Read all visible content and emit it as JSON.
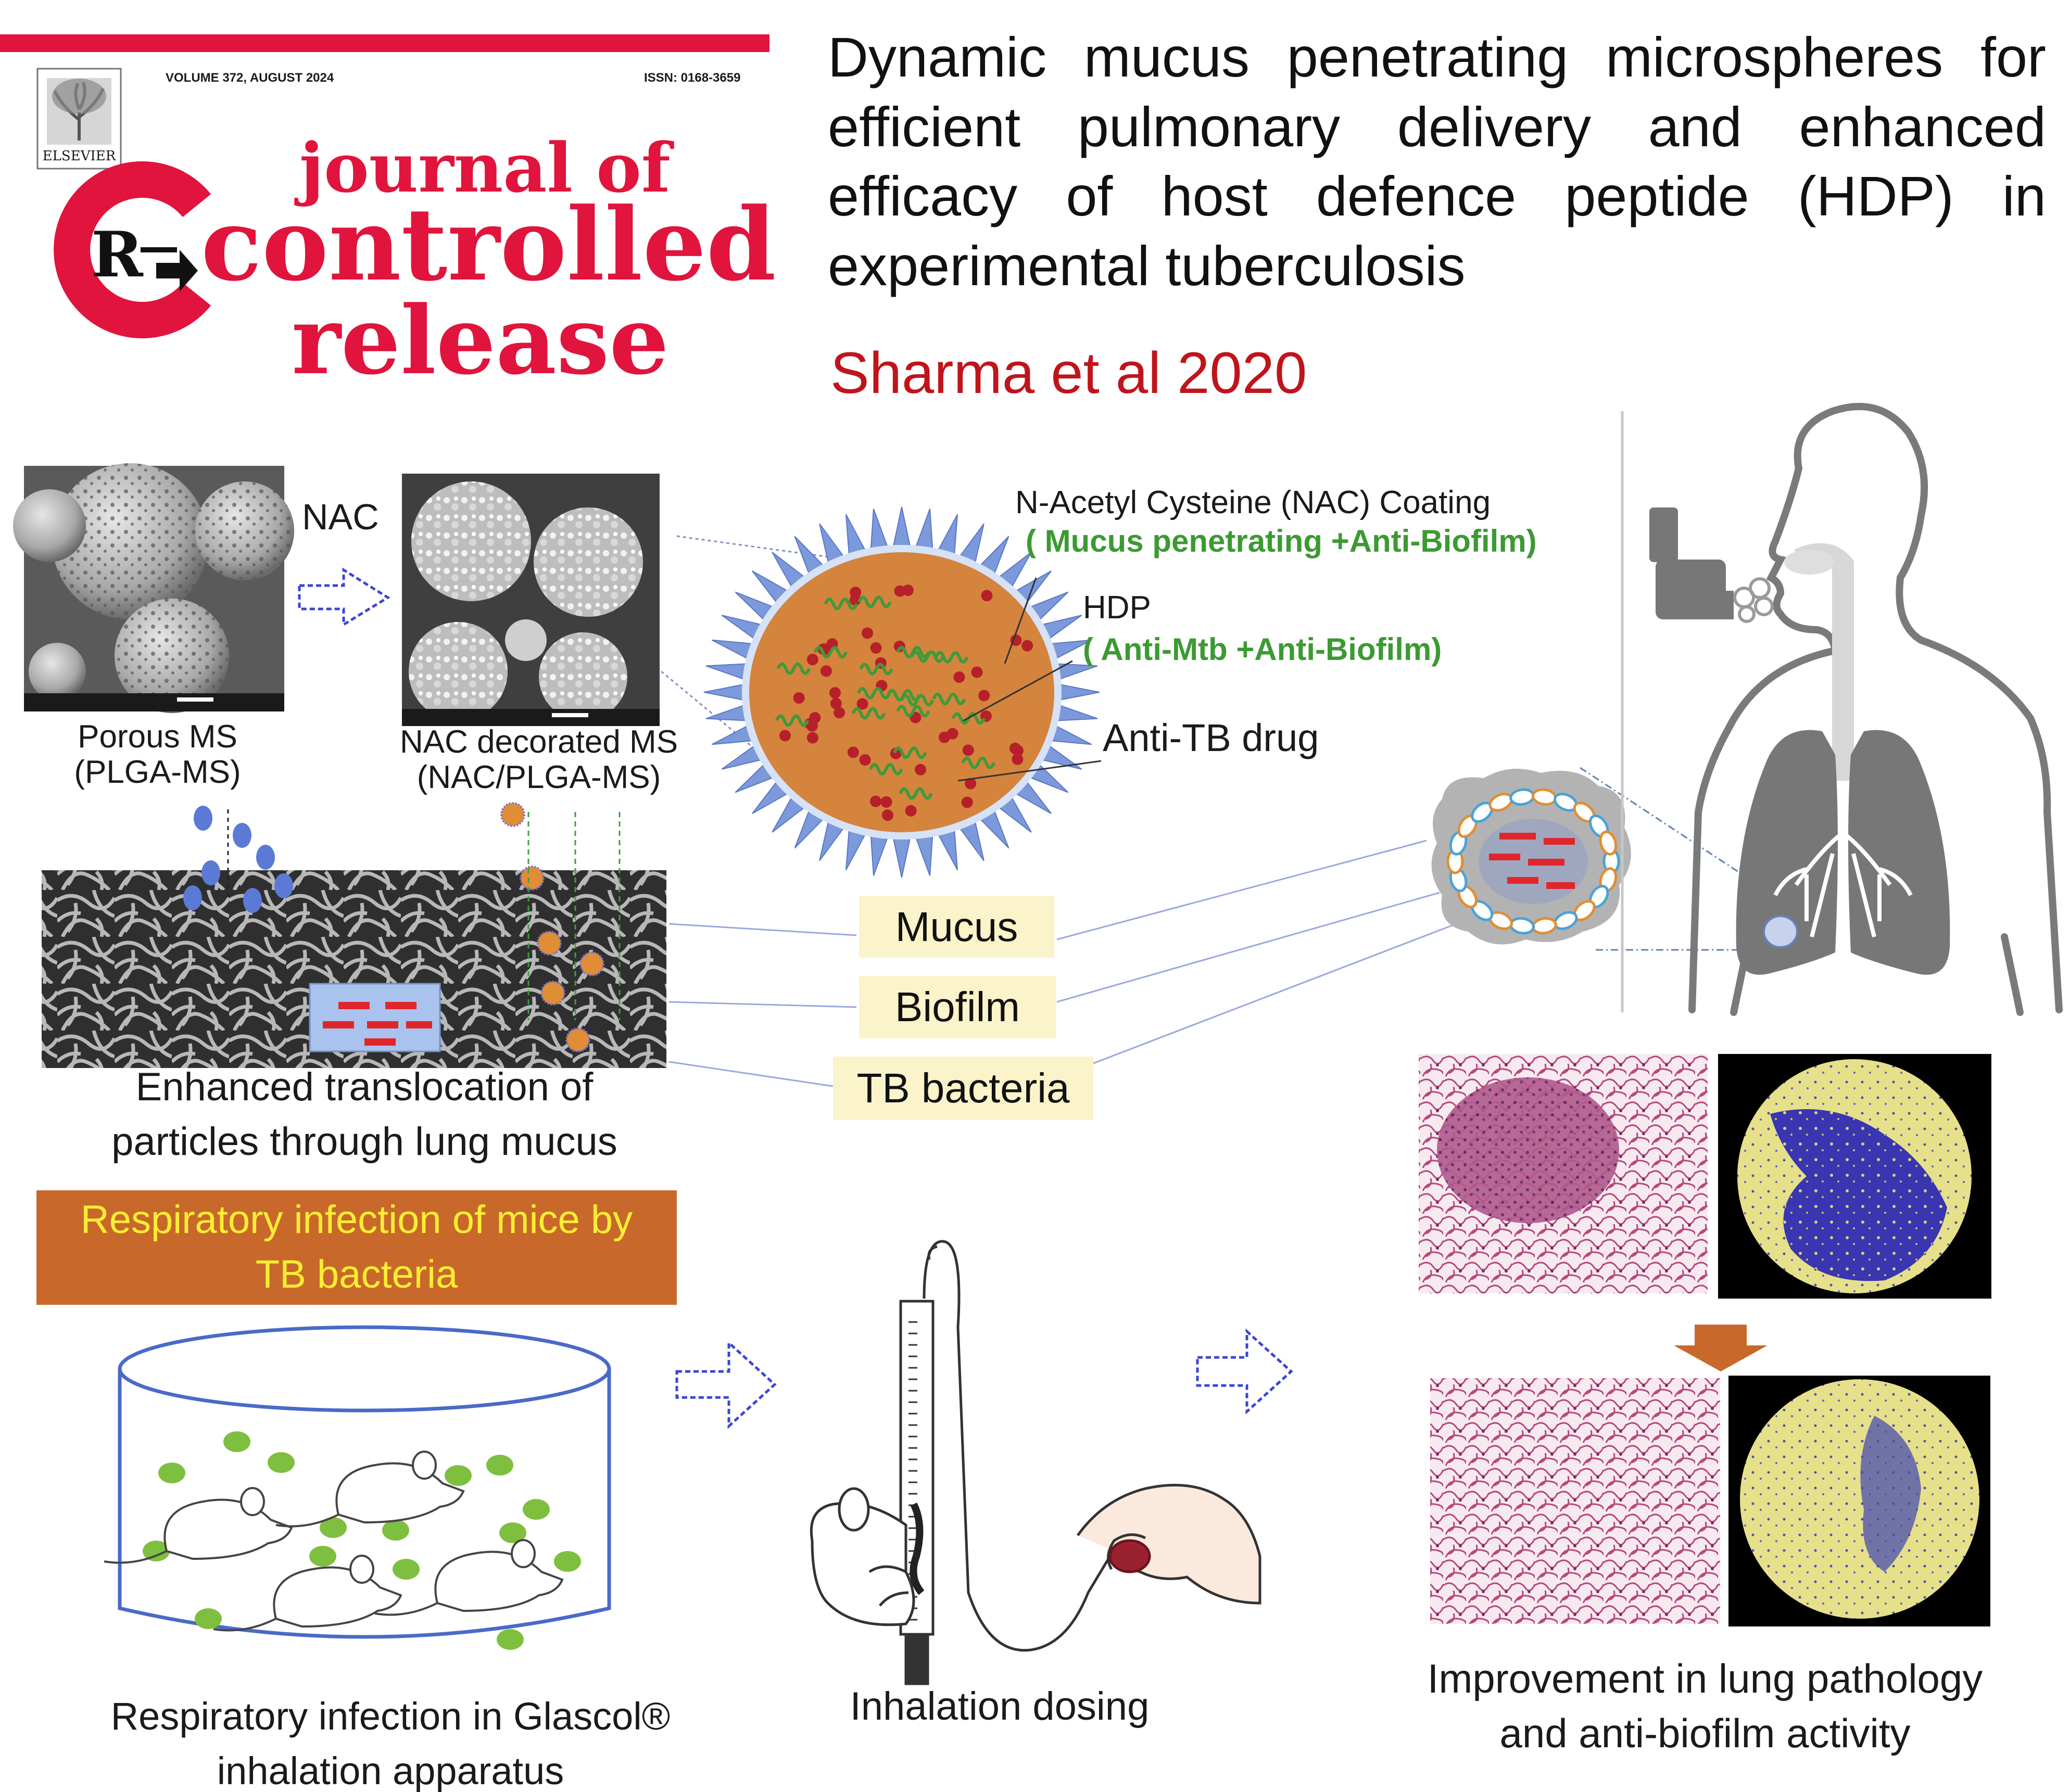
{
  "journal": {
    "volume_line": "VOLUME 372, AUGUST 2024",
    "issn": "ISSN: 0168-3659",
    "publisher": "ELSEVIER",
    "name_line1": "journal of",
    "name_line2": "controlled",
    "name_line3": "release",
    "logo_letter": "R",
    "brand_color": "#e0143c"
  },
  "title_lines": [
    "Dynamic mucus penetrating microspheres for",
    "efficient pulmonary delivery and enhanced",
    "efficacy of host defence peptide (HDP) in",
    "experimental tuberculosis"
  ],
  "citation": "Sharma et al 2020",
  "sem": {
    "arrow_label": "NAC",
    "left_caption_1": "Porous MS",
    "left_caption_2": "(PLGA-MS)",
    "right_caption_1": "NAC decorated MS",
    "right_caption_2": "(NAC/PLGA-MS)"
  },
  "particle": {
    "coating_label": "N-Acetyl Cysteine (NAC) Coating",
    "coating_note": "( Mucus penetrating +Anti-Biofilm)",
    "hdp_label": "HDP",
    "hdp_note": "( Anti-Mtb +Anti-Biofilm)",
    "drug_label": "Anti-TB drug",
    "note_color": "#3c9a32"
  },
  "barriers": [
    "Mucus",
    "Biofilm",
    "TB bacteria"
  ],
  "translocation_caption_1": "Enhanced translocation of",
  "translocation_caption_2": "particles through lung mucus",
  "infection_banner_1": "Respiratory infection of mice by",
  "infection_banner_2": "TB bacteria",
  "banner_colors": {
    "background": "#c8692b",
    "text": "#ffee33"
  },
  "apparatus_caption_1": "Respiratory infection in Glascol®",
  "apparatus_caption_2": "inhalation apparatus",
  "dosing_caption": "Inhalation dosing",
  "outcome_caption_1": "Improvement in lung pathology",
  "outcome_caption_2": "and anti-biofilm activity",
  "icons": [
    "inhaler-icon",
    "human-silhouette-icon",
    "lungs-icon",
    "mouse-icon",
    "syringe-icon",
    "hand-icon",
    "hollow-arrow-icon"
  ]
}
